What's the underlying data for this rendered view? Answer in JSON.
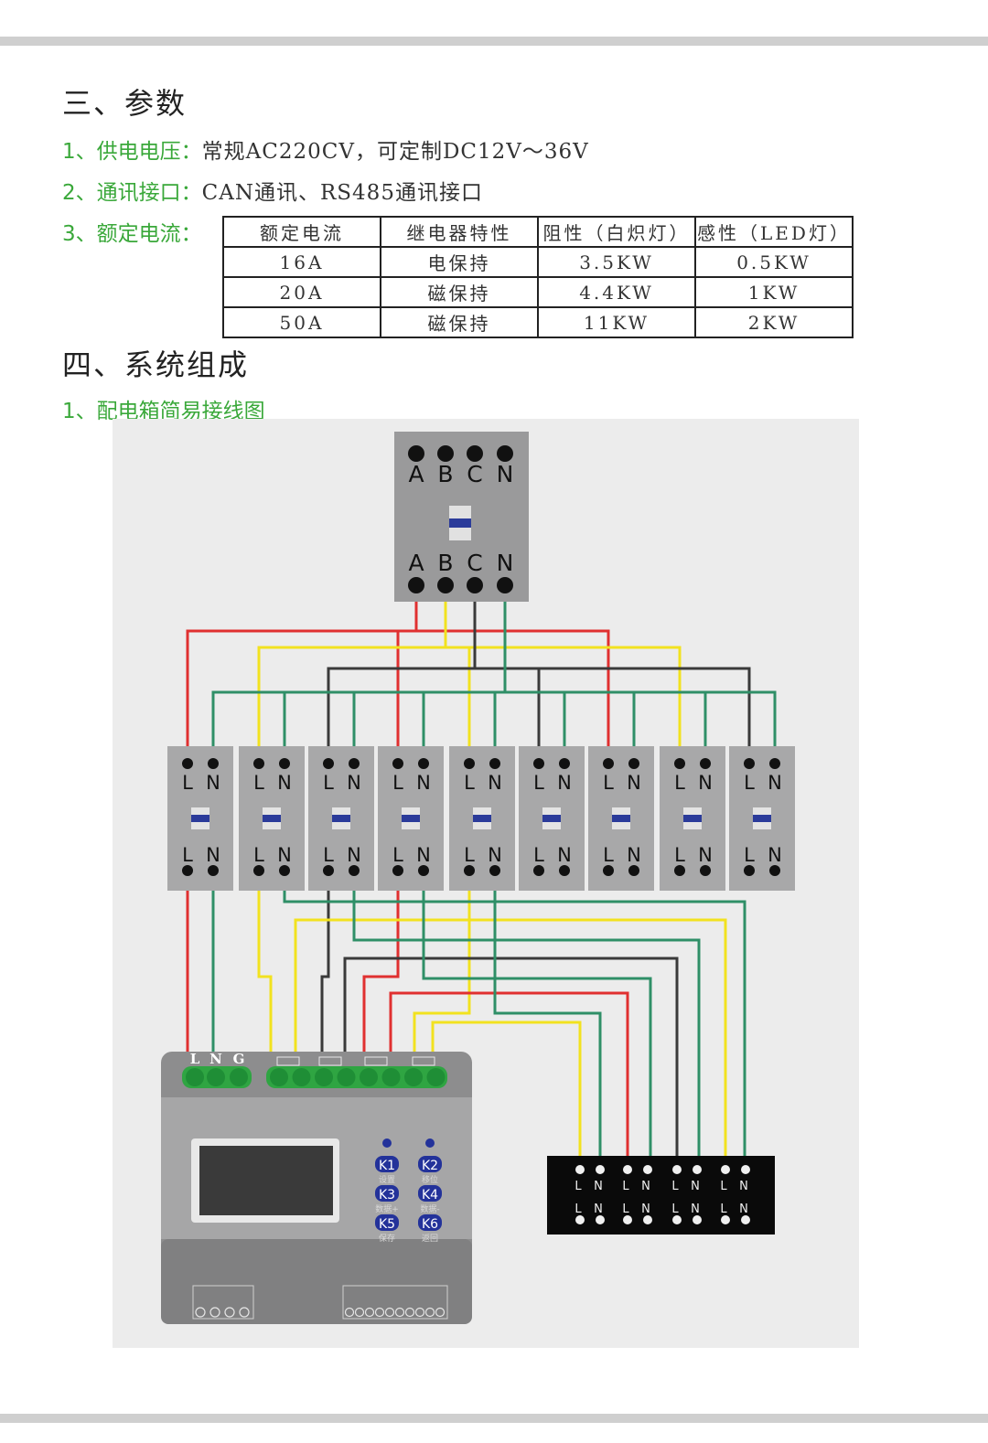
{
  "section3": {
    "title": "三、参数",
    "items": [
      {
        "label": "1、供电电压：",
        "value": "常规AC220CV，可定制DC12V～36V"
      },
      {
        "label": "2、通讯接口：",
        "value": "CAN通讯、RS485通讯接口"
      },
      {
        "label": "3、额定电流：",
        "value": ""
      }
    ],
    "table": {
      "headers": [
        "额定电流",
        "继电器特性",
        "阻性（白炽灯）",
        "感性（LED灯）"
      ],
      "rows": [
        [
          "16A",
          "电保持",
          "3.5KW",
          "0.5KW"
        ],
        [
          "20A",
          "磁保持",
          "4.4KW",
          "1KW"
        ],
        [
          "50A",
          "磁保持",
          "11KW",
          "2KW"
        ]
      ]
    }
  },
  "section4": {
    "title": "四、系统组成",
    "subtitle": "1、配电箱简易接线图"
  },
  "diagram": {
    "main_breaker_terminals": [
      "A",
      "B",
      "C",
      "N"
    ],
    "branch_terminals": [
      "L",
      "N"
    ],
    "module_power_terminals": [
      "L",
      "N",
      "G"
    ],
    "module_keys": [
      {
        "key": "K1",
        "label": "设置"
      },
      {
        "key": "K2",
        "label": "移位"
      },
      {
        "key": "K3",
        "label": "数据+"
      },
      {
        "key": "K4",
        "label": "数据-"
      },
      {
        "key": "K5",
        "label": "保存"
      },
      {
        "key": "K6",
        "label": "返回"
      }
    ],
    "wire_colors": {
      "A": "#e03030",
      "B": "#f2e21f",
      "C": "#3a3a3a",
      "N": "#2f8f67"
    },
    "accent_green": "#3aa83a"
  }
}
